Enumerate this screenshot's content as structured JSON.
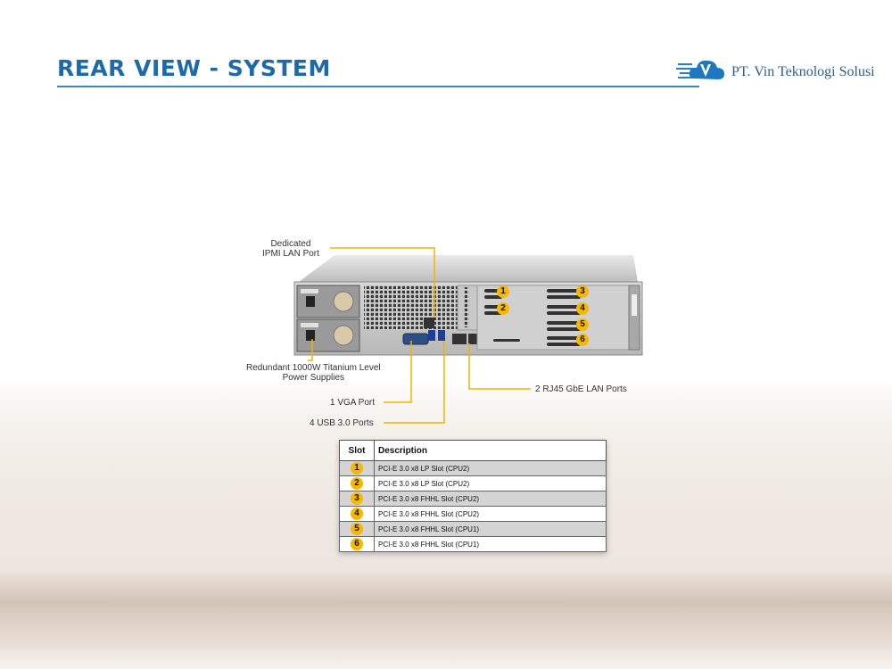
{
  "header": {
    "title": "REAR VIEW - SYSTEM",
    "brand": "PT. Vin Teknologi Solusi",
    "brand_colors": {
      "title": "#1e6aa8",
      "rule": "#3d88c2",
      "badge": "#f6b800"
    }
  },
  "callouts": {
    "ipmi": "Dedicated\nIPMI LAN Port",
    "psu": "Redundant 1000W Titanium Level\nPower Supplies",
    "vga": "1 VGA Port",
    "usb": "4 USB 3.0 Ports",
    "lan": "2 RJ45 GbE LAN Ports"
  },
  "slot_badges": [
    "1",
    "2",
    "3",
    "4",
    "5",
    "6"
  ],
  "slot_table": {
    "headers": [
      "Slot",
      "Description"
    ],
    "rows": [
      {
        "slot": "1",
        "description": "PCI-E 3.0 x8 LP Slot (CPU2)"
      },
      {
        "slot": "2",
        "description": "PCI-E 3.0 x8 LP Slot (CPU2)"
      },
      {
        "slot": "3",
        "description": "PCI-E 3.0 x8 FHHL Slot (CPU2)"
      },
      {
        "slot": "4",
        "description": "PCI-E 3.0 x8 FHHL Slot (CPU2)"
      },
      {
        "slot": "5",
        "description": "PCI-E 3.0 x8 FHHL Slot (CPU1)"
      },
      {
        "slot": "6",
        "description": "PCI-E 3.0 x8 FHHL Slot (CPU1)"
      }
    ]
  }
}
